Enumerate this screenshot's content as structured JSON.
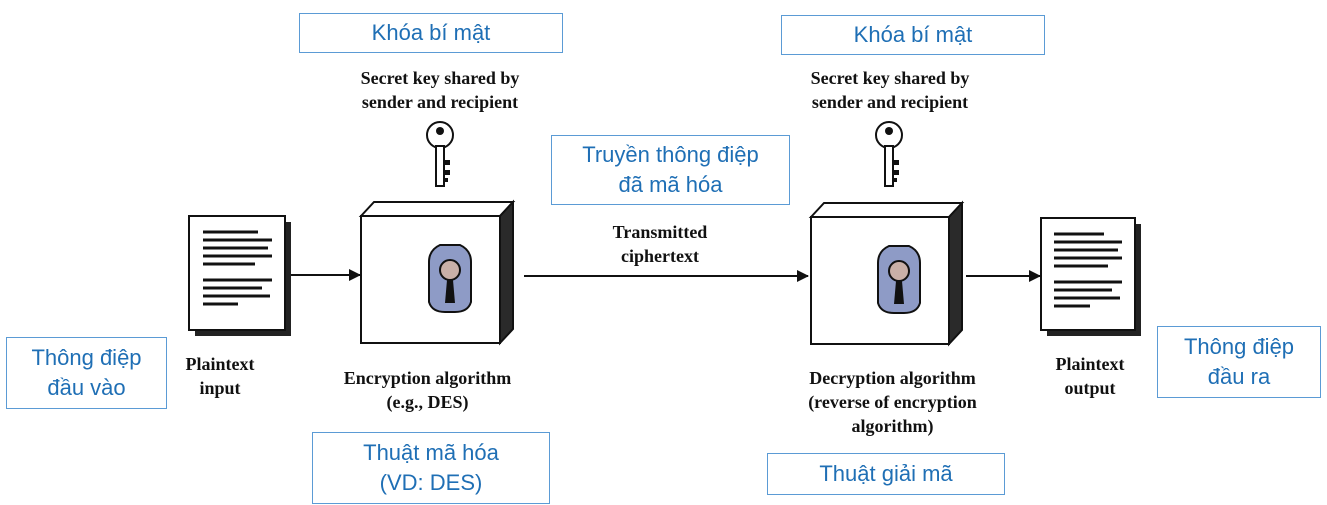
{
  "vi_labels": {
    "key_left": "Khóa bí mật",
    "key_right": "Khóa bí mật",
    "transmit": [
      "Truyền thông điệp",
      "đã mã hóa"
    ],
    "input": [
      "Thông điệp",
      "đầu vào"
    ],
    "output": [
      "Thông điệp",
      "đầu ra"
    ],
    "encryption": [
      "Thuật mã hóa",
      "(VD: DES)"
    ],
    "decryption": "Thuật giải mã"
  },
  "en_labels": {
    "secret_key_left": [
      "Secret key shared by",
      "sender and recipient"
    ],
    "secret_key_right": [
      "Secret key shared by",
      "sender and recipient"
    ],
    "transmitted": [
      "Transmitted",
      "ciphertext"
    ],
    "plaintext_input": [
      "Plaintext",
      "input"
    ],
    "plaintext_output": [
      "Plaintext",
      "output"
    ],
    "encryption_algorithm": [
      "Encryption algorithm",
      "(e.g., DES)"
    ],
    "decryption_algorithm": [
      "Decryption algorithm",
      "(reverse of encryption",
      "algorithm)"
    ]
  },
  "colors": {
    "callout_border": "#5B9BD5",
    "callout_text": "#1F6FB5",
    "diagram_ink": "#111111",
    "lock_plate": "#8E9BC6",
    "lock_knob": "#C9B0A8"
  }
}
